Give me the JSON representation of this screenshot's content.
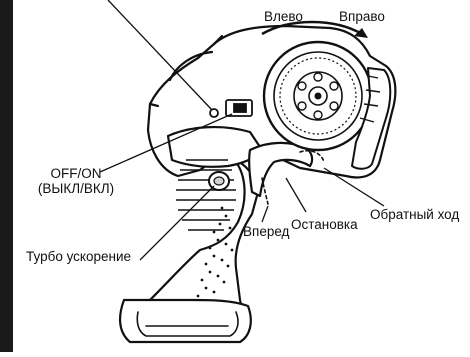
{
  "colors": {
    "ink": "#111111",
    "frame": "#1a1a1a",
    "paper": "#ffffff",
    "shade": "#d0d0d0"
  },
  "labels": {
    "left": "Влево",
    "right": "Вправо",
    "power_line1": "OFF/ON",
    "power_line2": "(ВЫКЛ/ВКЛ)",
    "reverse": "Обратный ход",
    "stop": "Остановка",
    "forward": "Вперед",
    "turbo": "Турбо ускорение"
  },
  "icons": {
    "transmitter": "pistol-grip-transmitter-icon",
    "steering_wheel": "steering-wheel-icon",
    "turn_arrow": "curved-arrow-icon"
  }
}
